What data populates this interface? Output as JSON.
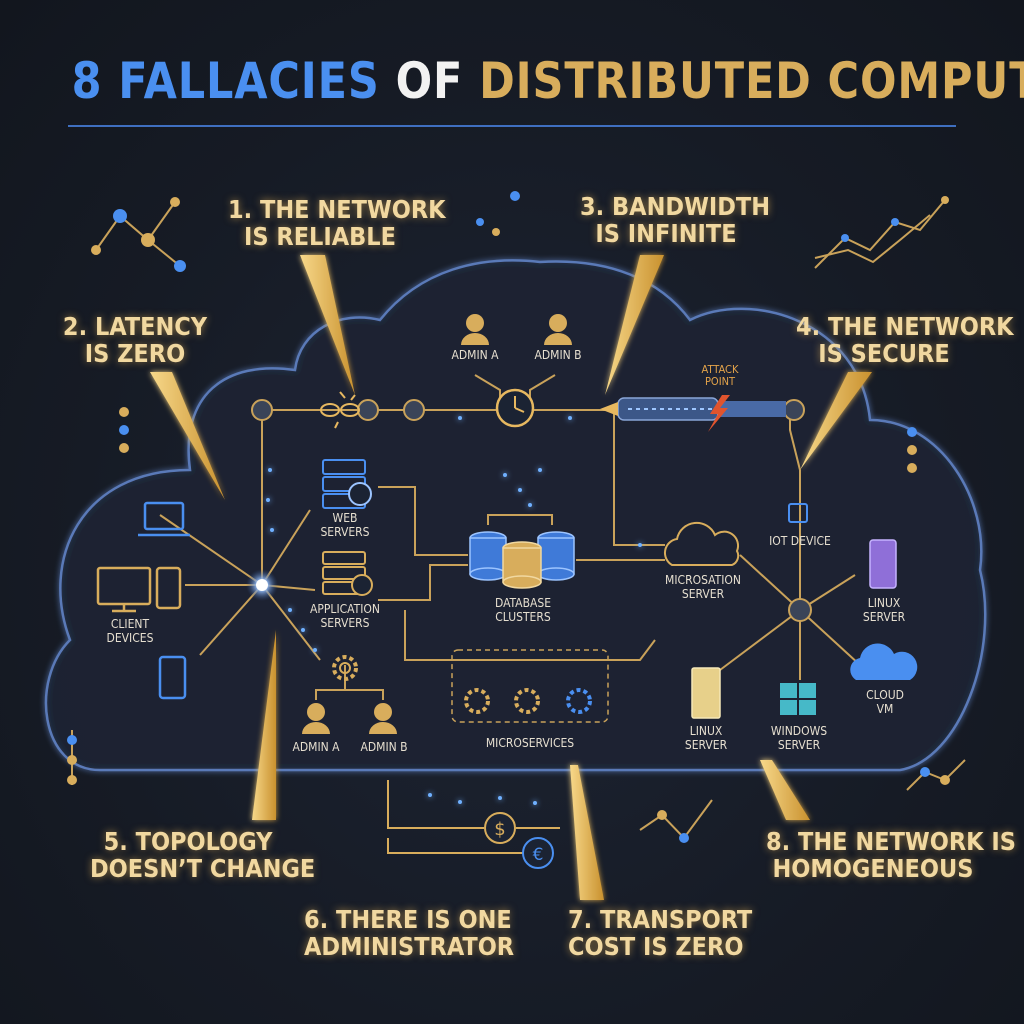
{
  "title": {
    "part1": "8 FALLACIES",
    "part2": "OF",
    "part3": "DISTRIBUTED COMPUTING"
  },
  "fallacies": [
    {
      "line1": "1. THE NETWORK",
      "line2": "IS RELIABLE"
    },
    {
      "line1": "2. LATENCY",
      "line2": "IS ZERO"
    },
    {
      "line1": "3. BANDWIDTH",
      "line2": "IS INFINITE"
    },
    {
      "line1": "4. THE NETWORK",
      "line2": "IS SECURE"
    },
    {
      "line1": "5. TOPOLOGY",
      "line2": "DOESN’T CHANGE"
    },
    {
      "line1": "6. THERE IS ONE",
      "line2": "ADMINISTRATOR"
    },
    {
      "line1": "7. TRANSPORT",
      "line2": "COST IS ZERO"
    },
    {
      "line1": "8. THE NETWORK IS",
      "line2": "HOMOGENEOUS"
    }
  ],
  "nodes": {
    "admin_a_top": "ADMIN A",
    "admin_b_top": "ADMIN B",
    "attack_point_1": "ATTACK",
    "attack_point_2": "POINT",
    "client_devices_1": "CLIENT",
    "client_devices_2": "DEVICES",
    "web_servers_1": "WEB",
    "web_servers_2": "SERVERS",
    "app_servers_1": "APPLICATION",
    "app_servers_2": "SERVERS",
    "database_1": "DATABASE",
    "database_2": "CLUSTERS",
    "microsation_1": "MICROSATION",
    "microsation_2": "SERVER",
    "iot_device": "IOT DEVICE",
    "linux_right_1": "LINUX",
    "linux_right_2": "SERVER",
    "cloud_vm_1": "CLOUD",
    "cloud_vm_2": "VM",
    "linux_bottom_1": "LINUX",
    "linux_bottom_2": "SERVER",
    "windows_1": "WINDOWS",
    "windows_2": "SERVER",
    "microservices": "MICROSERVICES",
    "admin_a_bottom": "ADMIN A",
    "admin_b_bottom": "ADMIN B"
  },
  "icons": [
    "laptop-icon",
    "desktop-icon",
    "tablet-icon",
    "phone-icon",
    "server-icon",
    "globe-icon",
    "database-icon",
    "cloud-icon",
    "gear-icon",
    "person-icon",
    "clock-icon",
    "lightning-icon",
    "iot-chip-icon",
    "windows-icon",
    "dollar-icon",
    "euro-icon",
    "broken-link-icon"
  ],
  "colors": {
    "blue": "#4a8ff0",
    "gold": "#d8ad5c",
    "white": "#f2f2f2",
    "bg": "#161b25",
    "cloud_stroke": "#5a7ab8",
    "line": "#c9a25a",
    "attack": "#e0542e"
  }
}
